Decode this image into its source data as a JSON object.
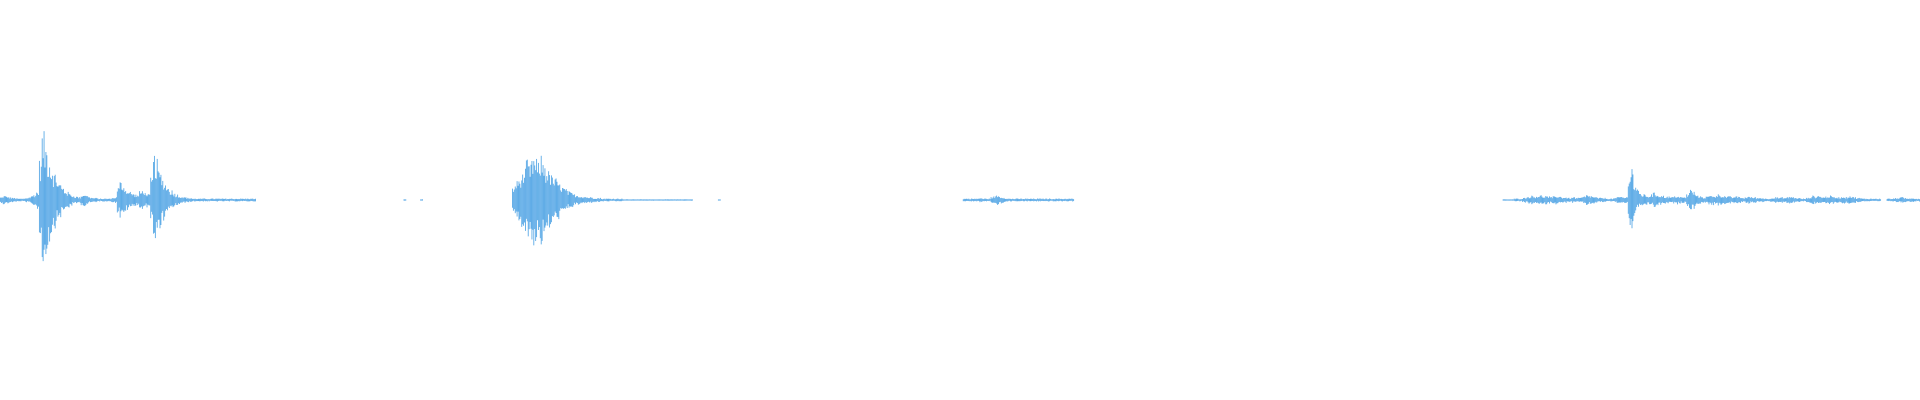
{
  "waveform": {
    "color": "#5aa9e6",
    "background": "#ffffff",
    "peak_envelope": [
      0.04,
      0.06,
      0.05,
      0.04,
      0.03,
      0.03,
      0.02,
      0.02,
      0.02,
      0.03,
      0.04,
      0.06,
      0.08,
      0.12,
      0.55,
      0.92,
      0.78,
      0.62,
      0.48,
      0.38,
      0.3,
      0.24,
      0.18,
      0.14,
      0.11,
      0.08,
      0.06,
      0.05,
      0.04,
      0.07,
      0.09,
      0.06,
      0.04,
      0.03,
      0.03,
      0.02,
      0.02,
      0.02,
      0.02,
      0.02,
      0.03,
      0.04,
      0.18,
      0.26,
      0.22,
      0.15,
      0.12,
      0.1,
      0.08,
      0.07,
      0.12,
      0.14,
      0.1,
      0.08,
      0.3,
      0.62,
      0.55,
      0.38,
      0.3,
      0.24,
      0.18,
      0.14,
      0.1,
      0.08,
      0.06,
      0.05,
      0.04,
      0.03,
      0.03,
      0.02,
      0.02,
      0.02,
      0.02,
      0.02,
      0.02,
      0.02,
      0.02,
      0.02,
      0.02,
      0.02,
      0.02,
      0.02,
      0.02,
      0.02,
      0.02,
      0.02,
      0.02,
      0.02,
      0.02,
      0.02,
      0.02,
      0.02,
      0.0,
      0.0,
      0.0,
      0.0,
      0.0,
      0.0,
      0.0,
      0.0,
      0.0,
      0.0,
      0.0,
      0.0,
      0.0,
      0.0,
      0.0,
      0.0,
      0.0,
      0.0,
      0.0,
      0.0,
      0.0,
      0.0,
      0.0,
      0.0,
      0.0,
      0.0,
      0.0,
      0.0,
      0.0,
      0.0,
      0.0,
      0.0,
      0.0,
      0.0,
      0.0,
      0.0,
      0.0,
      0.0,
      0.0,
      0.0,
      0.0,
      0.0,
      0.0,
      0.0,
      0.0,
      0.0,
      0.0,
      0.0,
      0.0,
      0.0,
      0.0,
      0.0,
      0.0,
      0.01,
      0.0,
      0.0,
      0.0,
      0.0,
      0.0,
      0.01,
      0.0,
      0.0,
      0.0,
      0.0,
      0.0,
      0.0,
      0.0,
      0.0,
      0.0,
      0.0,
      0.0,
      0.0,
      0.0,
      0.0,
      0.0,
      0.0,
      0.0,
      0.0,
      0.0,
      0.0,
      0.0,
      0.0,
      0.0,
      0.0,
      0.0,
      0.0,
      0.0,
      0.0,
      0.0,
      0.0,
      0.0,
      0.0,
      0.18,
      0.26,
      0.3,
      0.36,
      0.42,
      0.55,
      0.48,
      0.62,
      0.58,
      0.5,
      0.62,
      0.54,
      0.46,
      0.4,
      0.34,
      0.3,
      0.26,
      0.22,
      0.18,
      0.15,
      0.12,
      0.1,
      0.08,
      0.07,
      0.06,
      0.05,
      0.05,
      0.04,
      0.04,
      0.03,
      0.03,
      0.03,
      0.02,
      0.02,
      0.02,
      0.02,
      0.02,
      0.02,
      0.02,
      0.02,
      0.01,
      0.01,
      0.01,
      0.01,
      0.01,
      0.01,
      0.01,
      0.01,
      0.01,
      0.01,
      0.01,
      0.01,
      0.01,
      0.01,
      0.01,
      0.01,
      0.01,
      0.01,
      0.01,
      0.01,
      0.01,
      0.01,
      0.01,
      0.01,
      0.01,
      0.0,
      0.0,
      0.0,
      0.0,
      0.0,
      0.0,
      0.0,
      0.0,
      0.0,
      0.01,
      0.0,
      0.0,
      0.0,
      0.0,
      0.0,
      0.0,
      0.0,
      0.0,
      0.0,
      0.0,
      0.0,
      0.0,
      0.0,
      0.0,
      0.0,
      0.0,
      0.0,
      0.0,
      0.0,
      0.0,
      0.0,
      0.0,
      0.0,
      0.0,
      0.0,
      0.0,
      0.0,
      0.0,
      0.0,
      0.0,
      0.0,
      0.0,
      0.0,
      0.0,
      0.0,
      0.0,
      0.0,
      0.0,
      0.0,
      0.0,
      0.0,
      0.0,
      0.0,
      0.0,
      0.0,
      0.0,
      0.0,
      0.0,
      0.0,
      0.0,
      0.0,
      0.0,
      0.0,
      0.0,
      0.0,
      0.0,
      0.0,
      0.0,
      0.0,
      0.0,
      0.0,
      0.0,
      0.0,
      0.0,
      0.0,
      0.0,
      0.0,
      0.0,
      0.0,
      0.0,
      0.0,
      0.0,
      0.0,
      0.0,
      0.0,
      0.0,
      0.0,
      0.0,
      0.0,
      0.0,
      0.0,
      0.0,
      0.0,
      0.0,
      0.0,
      0.0,
      0.0,
      0.02,
      0.02,
      0.02,
      0.02,
      0.02,
      0.02,
      0.03,
      0.02,
      0.02,
      0.02,
      0.04,
      0.05,
      0.07,
      0.05,
      0.04,
      0.03,
      0.02,
      0.02,
      0.02,
      0.02,
      0.02,
      0.02,
      0.02,
      0.02,
      0.02,
      0.02,
      0.02,
      0.02,
      0.02,
      0.02,
      0.02,
      0.02,
      0.02,
      0.02,
      0.02,
      0.02,
      0.02,
      0.02,
      0.02,
      0.02,
      0.0,
      0.0,
      0.0,
      0.0,
      0.0,
      0.0,
      0.0,
      0.0,
      0.0,
      0.0,
      0.0,
      0.0,
      0.0,
      0.0,
      0.0,
      0.0,
      0.0,
      0.0,
      0.0,
      0.0,
      0.0,
      0.0,
      0.0,
      0.0,
      0.0,
      0.0,
      0.0,
      0.0,
      0.0,
      0.0,
      0.0,
      0.0,
      0.0,
      0.0,
      0.0,
      0.0,
      0.0,
      0.0,
      0.0,
      0.0,
      0.0,
      0.0,
      0.0,
      0.0,
      0.0,
      0.0,
      0.0,
      0.0,
      0.0,
      0.0,
      0.0,
      0.0,
      0.0,
      0.0,
      0.0,
      0.0,
      0.0,
      0.0,
      0.0,
      0.0,
      0.0,
      0.0,
      0.0,
      0.0,
      0.0,
      0.0,
      0.0,
      0.0,
      0.0,
      0.0,
      0.0,
      0.0,
      0.0,
      0.0,
      0.0,
      0.0,
      0.0,
      0.0,
      0.0,
      0.0,
      0.0,
      0.0,
      0.0,
      0.0,
      0.0,
      0.0,
      0.0,
      0.0,
      0.0,
      0.0,
      0.0,
      0.0,
      0.0,
      0.0,
      0.0,
      0.0,
      0.0,
      0.0,
      0.0,
      0.0,
      0.0,
      0.0,
      0.0,
      0.0,
      0.0,
      0.0,
      0.0,
      0.0,
      0.0,
      0.0,
      0.0,
      0.0,
      0.0,
      0.0,
      0.0,
      0.0,
      0.0,
      0.0,
      0.0,
      0.0,
      0.0,
      0.0,
      0.0,
      0.0,
      0.0,
      0.0,
      0.0,
      0.0,
      0.0,
      0.0,
      0.0,
      0.0,
      0.0,
      0.0,
      0.0,
      0.0,
      0.0,
      0.0,
      0.0,
      0.0,
      0.0,
      0.0,
      0.0,
      0.0,
      0.0,
      0.0,
      0.0,
      0.0,
      0.0,
      0.0,
      0.0,
      0.0,
      0.0,
      0.0,
      0.01,
      0.01,
      0.01,
      0.01,
      0.02,
      0.02,
      0.02,
      0.03,
      0.04,
      0.05,
      0.06,
      0.05,
      0.06,
      0.07,
      0.05,
      0.06,
      0.05,
      0.04,
      0.05,
      0.06,
      0.05,
      0.04,
      0.04,
      0.03,
      0.03,
      0.04,
      0.03,
      0.03,
      0.04,
      0.05,
      0.07,
      0.06,
      0.05,
      0.04,
      0.03,
      0.03,
      0.03,
      0.02,
      0.02,
      0.02,
      0.03,
      0.04,
      0.05,
      0.04,
      0.04,
      0.4,
      0.48,
      0.22,
      0.14,
      0.1,
      0.08,
      0.07,
      0.06,
      0.08,
      0.1,
      0.08,
      0.07,
      0.06,
      0.05,
      0.05,
      0.04,
      0.05,
      0.06,
      0.05,
      0.04,
      0.04,
      0.08,
      0.15,
      0.12,
      0.08,
      0.06,
      0.05,
      0.04,
      0.05,
      0.06,
      0.07,
      0.06,
      0.08,
      0.07,
      0.06,
      0.05,
      0.05,
      0.04,
      0.05,
      0.05,
      0.04,
      0.03,
      0.04,
      0.05,
      0.04,
      0.04,
      0.03,
      0.03,
      0.03,
      0.02,
      0.02,
      0.03,
      0.03,
      0.04,
      0.03,
      0.04,
      0.03,
      0.04,
      0.05,
      0.04,
      0.03,
      0.03,
      0.02,
      0.02,
      0.03,
      0.04,
      0.06,
      0.05,
      0.06,
      0.05,
      0.04,
      0.05,
      0.06,
      0.05,
      0.04,
      0.04,
      0.04,
      0.05,
      0.04,
      0.06,
      0.05,
      0.04,
      0.03,
      0.03,
      0.02,
      0.02,
      0.02,
      0.02,
      0.02,
      0.02,
      0.02,
      0.0,
      0.0,
      0.02,
      0.02,
      0.02,
      0.03,
      0.03,
      0.04,
      0.03,
      0.02,
      0.03,
      0.03,
      0.02,
      0.02
    ]
  }
}
